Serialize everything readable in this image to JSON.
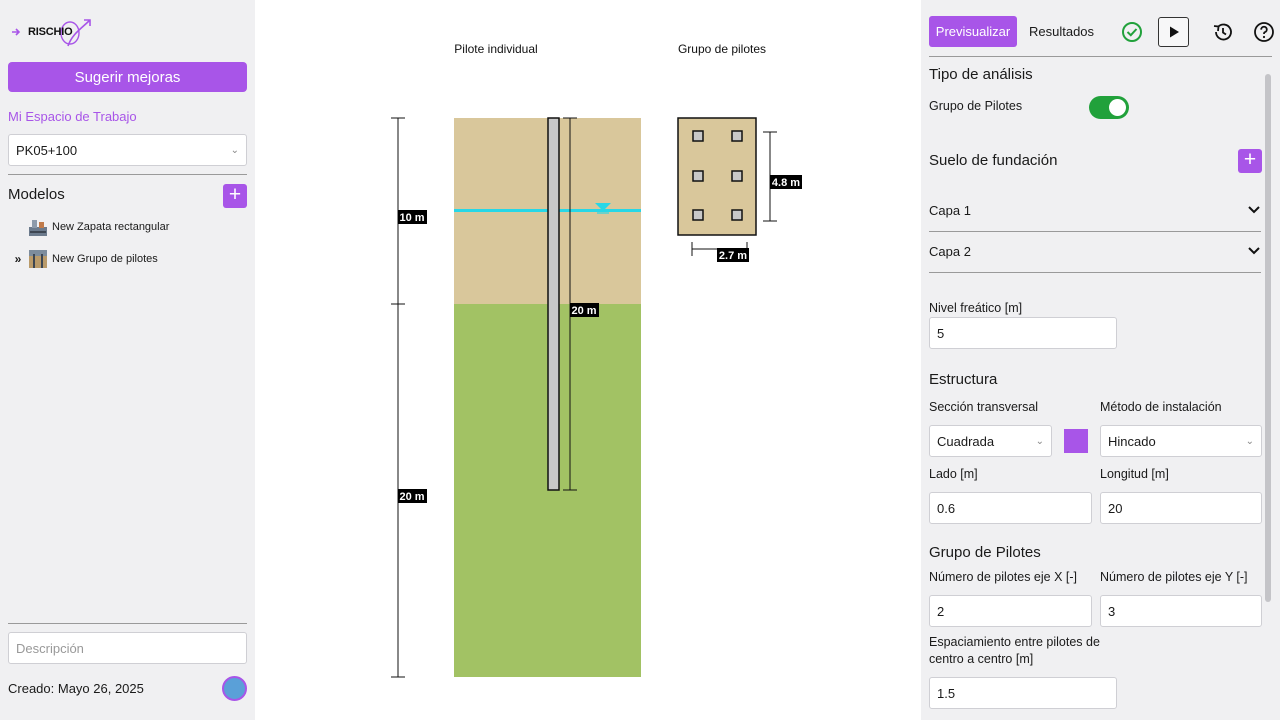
{
  "app": {
    "logo_text": "RISCHIO"
  },
  "sidebar": {
    "suggest_label": "Sugerir mejoras",
    "workspace_label": "Mi Espacio de Trabajo",
    "workspace_selected": "PK05+100",
    "models_title": "Modelos",
    "models": [
      {
        "name": "New Zapata rectangular",
        "expanded": false
      },
      {
        "name": "New Grupo de pilotes",
        "expanded": true
      }
    ],
    "description_placeholder": "Descripción",
    "created_label": "Creado: Mayo 26, 2025"
  },
  "canvas": {
    "title_single": "Pilote individual",
    "title_group": "Grupo de pilotes",
    "layer1_thickness": "10 m",
    "layer2_thickness": "20 m",
    "pile_length": "20 m",
    "group_height": "4.8 m",
    "group_width": "2.7 m",
    "colors": {
      "layer1": "#d9c79b",
      "layer2": "#a2c264",
      "water": "#27d7e6",
      "pile": "#c8c8c8"
    }
  },
  "panel": {
    "tab_preview": "Previsualizar",
    "tab_results": "Resultados",
    "icons": [
      "check-circle-icon",
      "play-icon",
      "history-icon",
      "help-icon"
    ],
    "analysis_title": "Tipo de análisis",
    "pile_group_toggle_label": "Grupo de Pilotes",
    "pile_group_toggle_on": true,
    "soil_title": "Suelo de fundación",
    "layers": [
      "Capa 1",
      "Capa 2"
    ],
    "water_table_label": "Nivel freático [m]",
    "water_table_value": "5",
    "structure_title": "Estructura",
    "section_label": "Sección transversal",
    "section_value": "Cuadrada",
    "method_label": "Método de instalación",
    "method_value": "Hincado",
    "side_label": "Lado [m]",
    "side_value": "0.6",
    "length_label": "Longitud [m]",
    "length_value": "20",
    "group_title": "Grupo de Pilotes",
    "nx_label": "Número de pilotes eje X [-]",
    "nx_value": "2",
    "ny_label": "Número de pilotes eje Y [-]",
    "ny_value": "3",
    "spacing_label_line1": "Espaciamiento entre pilotes de",
    "spacing_label_line2": "centro a centro [m]",
    "spacing_value": "1.5",
    "accent_color": "#a855e8"
  }
}
